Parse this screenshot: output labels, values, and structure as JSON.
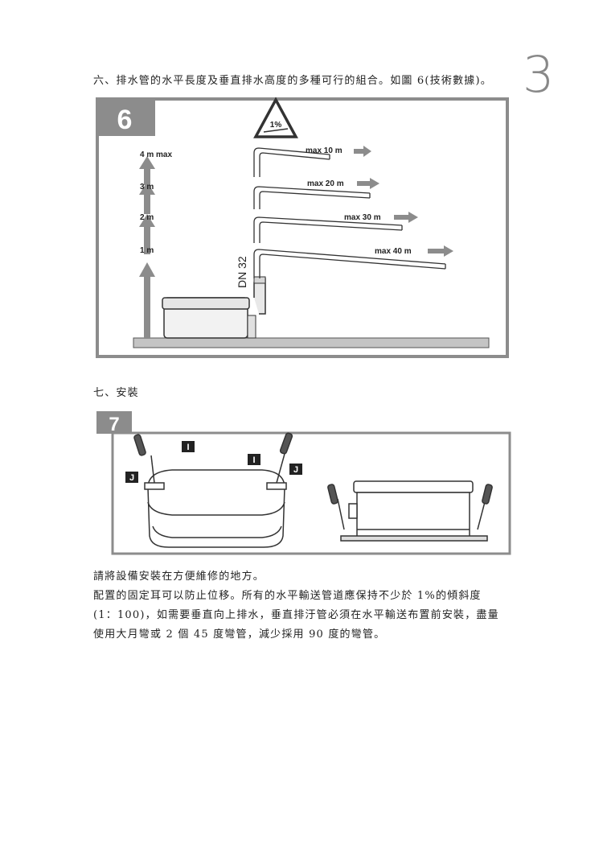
{
  "page_number": "3",
  "section6": {
    "text": "六、排水管的水平長度及垂直排水高度的多種可行的組合。如圖 6(技術數據)。",
    "figure": {
      "number": "6",
      "slope": "1%",
      "pipe_label": "DN 32",
      "heights": [
        "4 m max",
        "3 m",
        "2 m",
        "1 m"
      ],
      "lengths": [
        "max 10 m",
        "max 20 m",
        "max 30 m",
        "max 40 m"
      ]
    }
  },
  "section7": {
    "heading": "七、安裝",
    "figure": {
      "number": "7",
      "labels": [
        "I",
        "J",
        "I",
        "J"
      ]
    },
    "lines": [
      "請將設備安裝在方便維修的地方。",
      "配置的固定耳可以防止位移。所有的水平輸送管道應保持不少於 1%的傾斜度",
      "(1：100)，如需要垂直向上排水，垂直排汙管必須在水平輸送布置前安裝，盡量",
      "使用大月彎或 2 個 45 度彎管，減少採用 90 度的彎管。"
    ]
  },
  "colors": {
    "frame": "#8c8c8c",
    "badge": "#8c8c8c",
    "arrow": "#8c8c8c",
    "floor": "#bdbdbd"
  }
}
